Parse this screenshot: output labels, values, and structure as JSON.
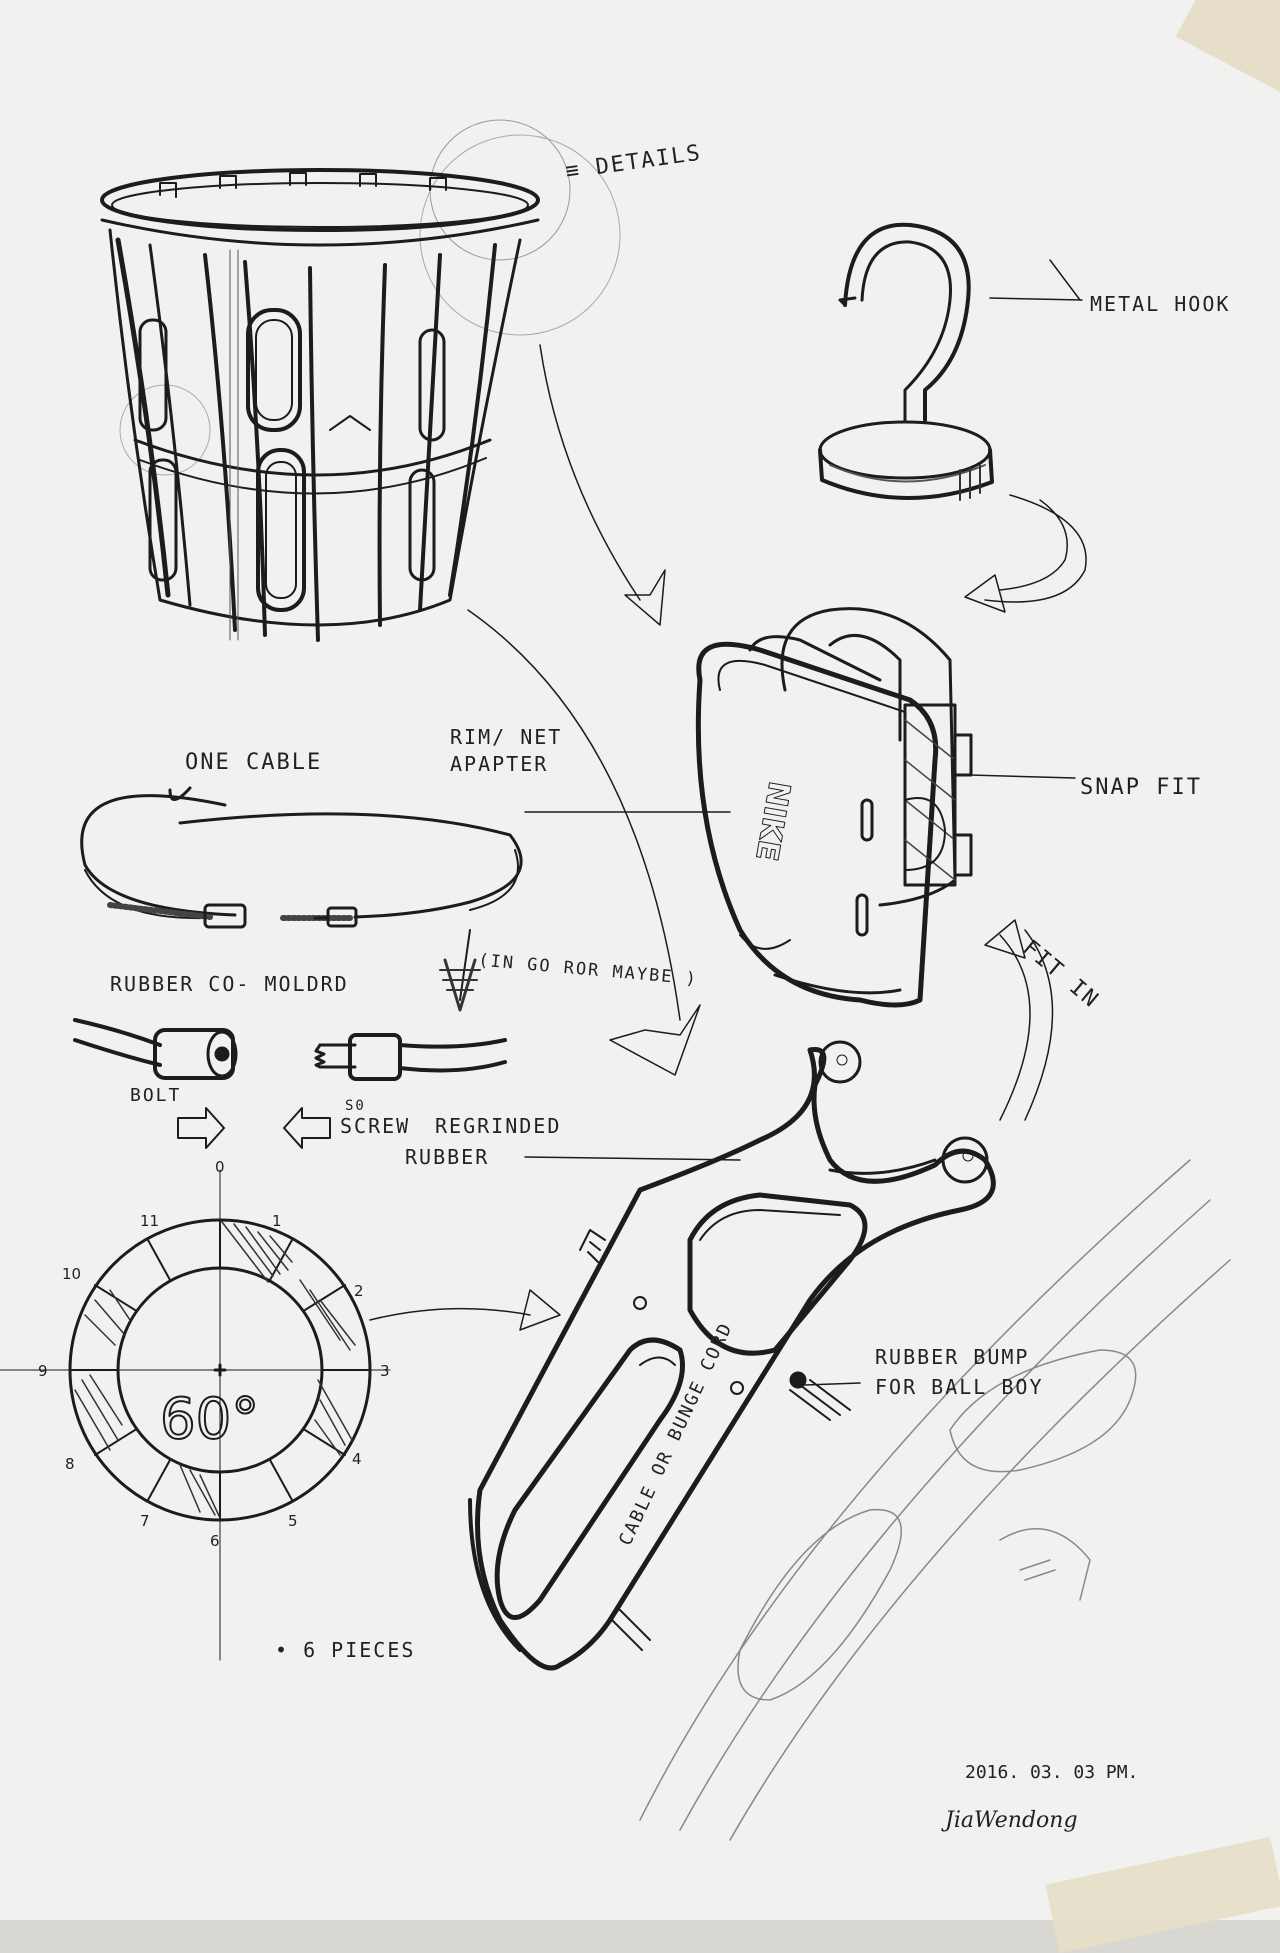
{
  "labels": {
    "details": "≡ DETAILS",
    "metal_hook": "METAL HOOK",
    "snap_fit": "SNAP FIT",
    "rim_net_adapter_1": "RIM/ NET",
    "rim_net_adapter_2": "APAPTER",
    "one_cable": "ONE CABLE",
    "in_go_or_maybe": "(IN GO ROR MAYBE )",
    "rubber_comolded": "RUBBER CO- MOLDRD",
    "bolt": "BOLT",
    "screw_1": "S0",
    "screw_2": "SCREW",
    "regrinded_1": "REGRINDED",
    "regrinded_2": "RUBBER",
    "fit_in": "FIT IN",
    "rubber_bump_1": "RUBBER BUMP",
    "rubber_bump_2": "FOR BALL BOY",
    "cable_or_bungee": "CABLE OR BUNGE CORD",
    "six_pieces": "• 6 PIECES",
    "angle": "60°",
    "date": "2016. 03. 03    PM.",
    "signature": "JiaWendong"
  },
  "logo_text": "NIKE",
  "clock_numbers": [
    "0",
    "1",
    "2",
    "3",
    "4",
    "5",
    "6",
    "7",
    "8",
    "9",
    "10",
    "11"
  ]
}
